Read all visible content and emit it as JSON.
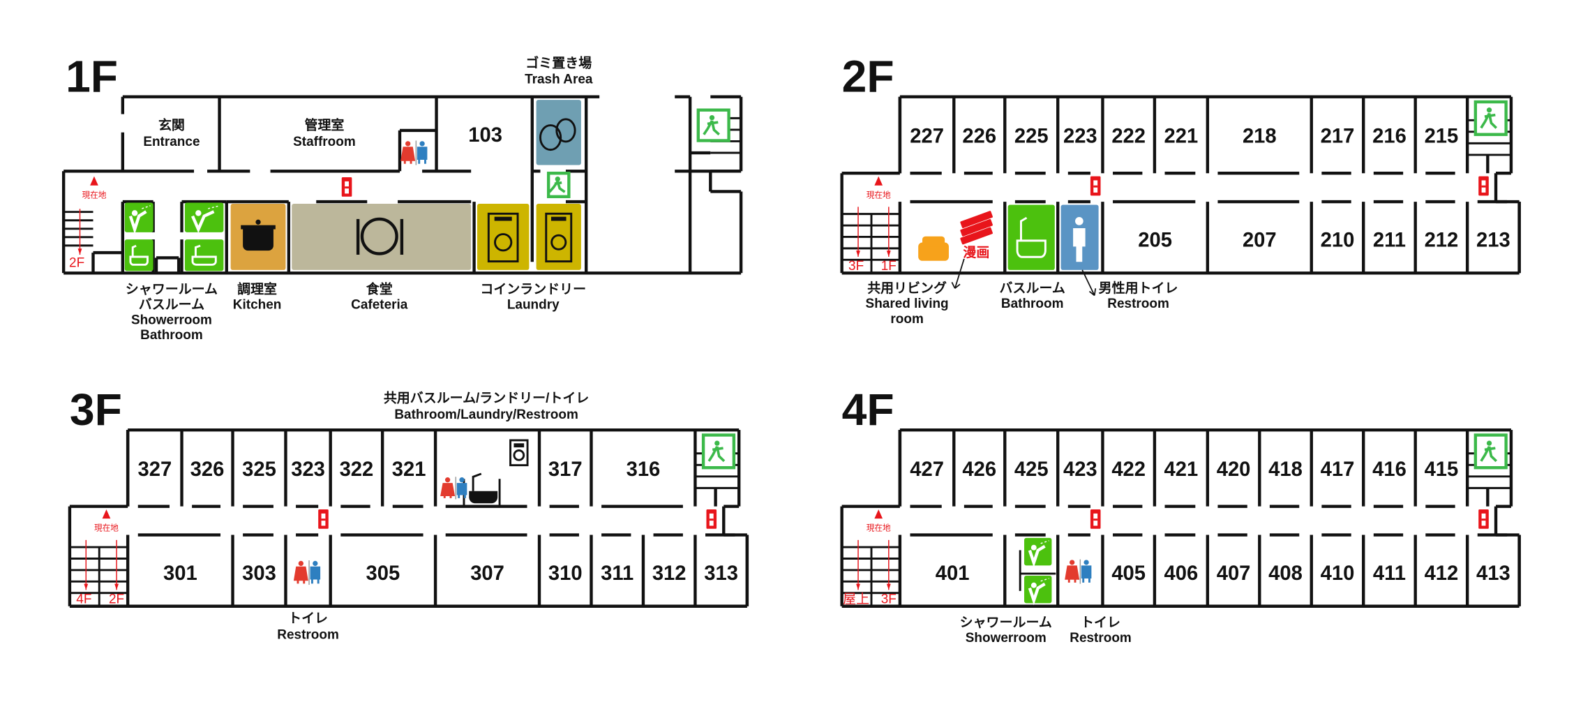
{
  "colors": {
    "wall": "#111111",
    "green": "#4cc10e",
    "orange": "#dca33f",
    "taupe": "#bcb79b",
    "yellow": "#cdb500",
    "trash": "#6f9fb2",
    "blue": "#5a94c4",
    "red": "#e8151b",
    "sofa": "#f7a21b",
    "exit": "#3cb94a"
  },
  "floor1": {
    "label": "1F",
    "trash_jp": "ゴミ置き場",
    "trash_en": "Trash Area",
    "entrance_jp": "玄関",
    "entrance_en": "Entrance",
    "staff_jp": "管理室",
    "staff_en": "Staffroom",
    "room_103": "103",
    "shower_jp": "シャワールーム",
    "bath_jp": "バスルーム",
    "shower_en": "Showerroom",
    "bath_en": "Bathroom",
    "kitchen_jp": "調理室",
    "kitchen_en": "Kitchen",
    "cafeteria_jp": "食堂",
    "cafeteria_en": "Cafeteria",
    "laundry_jp": "コインランドリー",
    "laundry_en": "Laundry",
    "here": "現在地",
    "stairs": [
      "2F"
    ]
  },
  "floor2": {
    "label": "2F",
    "here": "現在地",
    "stairs": [
      "3F",
      "1F"
    ],
    "top_rooms": [
      "227",
      "226",
      "225",
      "223",
      "222",
      "221",
      "218",
      "217",
      "216",
      "215"
    ],
    "bottom_rooms": [
      "",
      "",
      "",
      "205",
      "207",
      "210",
      "211",
      "212",
      "213"
    ],
    "manga": "漫画",
    "living_jp": "共用リビング",
    "living_en1": "Shared living",
    "living_en2": "room",
    "bath_jp": "バスルーム",
    "bath_en": "Bathroom",
    "mens_jp": "男性用トイレ",
    "mens_en": "Restroom"
  },
  "floor3": {
    "label": "3F",
    "here": "現在地",
    "stairs": [
      "4F",
      "2F"
    ],
    "top_rooms": [
      "327",
      "326",
      "325",
      "323",
      "322",
      "321",
      "",
      "317",
      "316"
    ],
    "bottom_rooms": [
      "301",
      "303",
      "",
      "305",
      "307",
      "310",
      "311",
      "312",
      "313"
    ],
    "shared_jp": "共用バスルーム/ランドリー/トイレ",
    "shared_en": "Bathroom/Laundry/Restroom",
    "toilet_jp": "トイレ",
    "toilet_en": "Restroom"
  },
  "floor4": {
    "label": "4F",
    "here": "現在地",
    "stairs": [
      "屋上",
      "3F"
    ],
    "top_rooms": [
      "427",
      "426",
      "425",
      "423",
      "422",
      "421",
      "420",
      "418",
      "417",
      "416",
      "415"
    ],
    "bottom_rooms": [
      "401",
      "",
      "",
      "405",
      "406",
      "407",
      "408",
      "410",
      "411",
      "412",
      "413"
    ],
    "shower_jp": "シャワールーム",
    "shower_en": "Showerroom",
    "toilet_jp": "トイレ",
    "toilet_en": "Restroom"
  }
}
